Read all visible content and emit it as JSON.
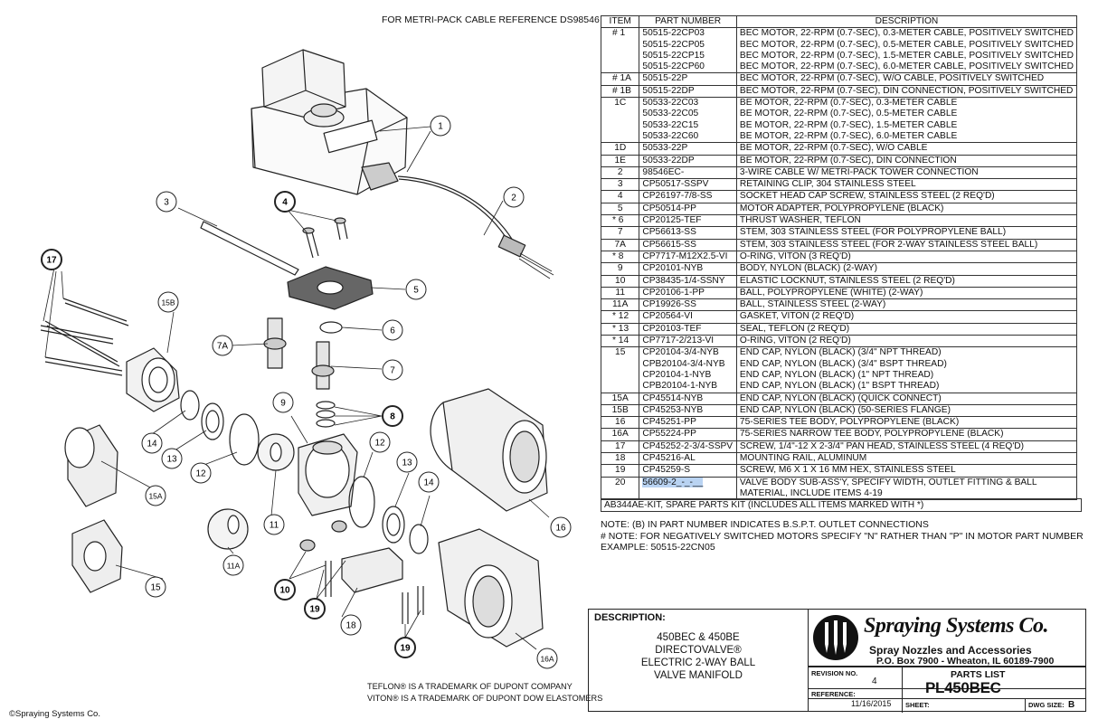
{
  "drawing": {
    "cable_note": "FOR METRI-PACK CABLE REFERENCE DS98546",
    "balloons": [
      "1",
      "2",
      "3",
      "4",
      "5",
      "6",
      "7",
      "7A",
      "8",
      "9",
      "10",
      "11",
      "11A",
      "12",
      "12",
      "13",
      "13",
      "14",
      "14",
      "15",
      "15A",
      "15B",
      "16",
      "16A",
      "17",
      "18",
      "19",
      "19"
    ],
    "trademark_teflon": "TEFLON® IS A TRADEMARK OF DUPONT COMPANY",
    "trademark_viton": "VITON® IS A TRADEMARK OF DUPONT DOW ELASTOMERS",
    "copyright": "©Spraying Systems Co."
  },
  "parts_table": {
    "headers": {
      "item": "ITEM",
      "part": "PART NUMBER",
      "desc": "DESCRIPTION"
    },
    "rows": [
      {
        "item": "# 1",
        "part": "50515-22CP03",
        "desc": "BEC MOTOR, 22-RPM (0.7-SEC), 0.3-METER CABLE, POSITIVELY SWITCHED",
        "first": true,
        "align": "l"
      },
      {
        "item": "",
        "part": "50515-22CP05",
        "desc": "BEC MOTOR, 22-RPM (0.7-SEC), 0.5-METER CABLE, POSITIVELY SWITCHED"
      },
      {
        "item": "",
        "part": "50515-22CP15",
        "desc": "BEC MOTOR, 22-RPM (0.7-SEC), 1.5-METER CABLE, POSITIVELY SWITCHED"
      },
      {
        "item": "",
        "part": "50515-22CP60",
        "desc": "BEC MOTOR, 22-RPM (0.7-SEC), 6.0-METER CABLE, POSITIVELY SWITCHED"
      },
      {
        "item": "# 1A",
        "part": "50515-22P",
        "desc": "BEC MOTOR, 22-RPM (0.7-SEC), W/O CABLE, POSITIVELY SWITCHED",
        "first": true,
        "align": "l"
      },
      {
        "item": "# 1B",
        "part": "50515-22DP",
        "desc": "BEC MOTOR, 22-RPM (0.7-SEC), DIN CONNECTION, POSITIVELY SWITCHED",
        "first": true,
        "align": "l"
      },
      {
        "item": "1C",
        "part": "50533-22C03",
        "desc": "BE MOTOR, 22-RPM (0.7-SEC), 0.3-METER CABLE",
        "first": true
      },
      {
        "item": "",
        "part": "50533-22C05",
        "desc": "BE MOTOR, 22-RPM (0.7-SEC), 0.5-METER CABLE"
      },
      {
        "item": "",
        "part": "50533-22C15",
        "desc": "BE MOTOR, 22-RPM (0.7-SEC), 1.5-METER CABLE"
      },
      {
        "item": "",
        "part": "50533-22C60",
        "desc": "BE MOTOR, 22-RPM (0.7-SEC), 6.0-METER CABLE"
      },
      {
        "item": "1D",
        "part": "50533-22P",
        "desc": "BE MOTOR, 22-RPM (0.7-SEC), W/O CABLE",
        "first": true
      },
      {
        "item": "1E",
        "part": "50533-22DP",
        "desc": "BE MOTOR, 22-RPM (0.7-SEC), DIN CONNECTION",
        "first": true
      },
      {
        "item": "2",
        "part": "98546EC-",
        "desc": "3-WIRE CABLE W/ METRI-PACK TOWER CONNECTION",
        "first": true
      },
      {
        "item": "3",
        "part": "CP50517-SSPV",
        "desc": "RETAINING CLIP, 304 STAINLESS STEEL",
        "first": true
      },
      {
        "item": "4",
        "part": "CP26197-7/8-SS",
        "desc": "SOCKET HEAD CAP SCREW, STAINLESS STEEL (2 REQ'D)",
        "first": true
      },
      {
        "item": "5",
        "part": "CP50514-PP",
        "desc": "MOTOR ADAPTER, POLYPROPYLENE (BLACK)",
        "first": true
      },
      {
        "item": "* 6",
        "part": "CP20125-TEF",
        "desc": "THRUST WASHER, TEFLON",
        "first": true,
        "align": "l"
      },
      {
        "item": "7",
        "part": "CP56613-SS",
        "desc": "STEM, 303 STAINLESS STEEL (FOR POLYPROPYLENE BALL)",
        "first": true
      },
      {
        "item": "7A",
        "part": "CP56615-SS",
        "desc": "STEM, 303 STAINLESS STEEL (FOR 2-WAY STAINLESS STEEL BALL)",
        "first": true
      },
      {
        "item": "* 8",
        "part": "CP7717-M12X2.5-VI",
        "desc": "O-RING, VITON (3 REQ'D)",
        "first": true,
        "align": "l"
      },
      {
        "item": "9",
        "part": "CP20101-NYB",
        "desc": "BODY, NYLON (BLACK) (2-WAY)",
        "first": true
      },
      {
        "item": "10",
        "part": "CP38435-1/4-SSNY",
        "desc": "ELASTIC LOCKNUT, STAINLESS STEEL (2 REQ'D)",
        "first": true
      },
      {
        "item": "11",
        "part": "CP20106-1-PP",
        "desc": "BALL, POLYPROPYLENE (WHITE) (2-WAY)",
        "first": true
      },
      {
        "item": "11A",
        "part": "CP19926-SS",
        "desc": "BALL, STAINLESS STEEL (2-WAY)",
        "first": true
      },
      {
        "item": "* 12",
        "part": "CP20564-VI",
        "desc": "GASKET, VITON (2 REQ'D)",
        "first": true,
        "align": "l"
      },
      {
        "item": "* 13",
        "part": "CP20103-TEF",
        "desc": "SEAL, TEFLON (2 REQ'D)",
        "first": true,
        "align": "l"
      },
      {
        "item": "* 14",
        "part": "CP7717-2/213-VI",
        "desc": "O-RING, VITON (2 REQ'D)",
        "first": true,
        "align": "l"
      },
      {
        "item": "15",
        "part": "CP20104-3/4-NYB",
        "desc": "END CAP, NYLON (BLACK) (3/4\" NPT THREAD)",
        "first": true
      },
      {
        "item": "",
        "part": "CPB20104-3/4-NYB",
        "desc": "END CAP, NYLON (BLACK) (3/4\" BSPT THREAD)"
      },
      {
        "item": "",
        "part": "CP20104-1-NYB",
        "desc": "END CAP, NYLON (BLACK) (1\" NPT THREAD)"
      },
      {
        "item": "",
        "part": "CPB20104-1-NYB",
        "desc": "END CAP, NYLON (BLACK) (1\" BSPT THREAD)"
      },
      {
        "item": "15A",
        "part": "CP45514-NYB",
        "desc": "END CAP, NYLON (BLACK) (QUICK CONNECT)",
        "first": true
      },
      {
        "item": "15B",
        "part": "CP45253-NYB",
        "desc": "END CAP, NYLON (BLACK) (50-SERIES FLANGE)",
        "first": true
      },
      {
        "item": "16",
        "part": "CP45251-PP",
        "desc": "75-SERIES TEE BODY, POLYPROPYLENE (BLACK)",
        "first": true
      },
      {
        "item": "16A",
        "part": "CP55224-PP",
        "desc": "75-SERIES NARROW TEE BODY, POLYPROPYLENE (BLACK)",
        "first": true
      },
      {
        "item": "17",
        "part": "CP45252-2-3/4-SSPV",
        "desc": "SCREW, 1/4\"-12 X 2-3/4\" PAN HEAD, STAINLESS STEEL (4 REQ'D)",
        "first": true
      },
      {
        "item": "18",
        "part": "CP45216-AL",
        "desc": "MOUNTING RAIL, ALUMINUM",
        "first": true
      },
      {
        "item": "19",
        "part": "CP45259-S",
        "desc": "SCREW, M6 X 1 X 16 MM HEX, STAINLESS STEEL",
        "first": true
      },
      {
        "item": "20",
        "part": "56609-2_-_-__",
        "desc": "VALVE BODY SUB-ASS'Y, SPECIFY WIDTH, OUTLET FITTING & BALL",
        "first": true,
        "highlight": true
      },
      {
        "item": "",
        "part": "",
        "desc": "MATERIAL, INCLUDE ITEMS 4-19",
        "last": true
      }
    ]
  },
  "kit_line": "AB344AE-KIT, SPARE PARTS KIT (INCLUDES ALL ITEMS MARKED WITH *)",
  "notes": [
    "NOTE: (B) IN PART NUMBER INDICATES B.S.P.T. OUTLET CONNECTIONS",
    "# NOTE: FOR NEGATIVELY SWITCHED MOTORS SPECIFY \"N\" RATHER THAN \"P\" IN MOTOR PART NUMBER",
    "EXAMPLE: 50515-22CN05"
  ],
  "title_block": {
    "description_label": "DESCRIPTION:",
    "description_lines": [
      "450BEC & 450BE",
      "DIRECTOVALVE®",
      "ELECTRIC 2-WAY BALL",
      "VALVE MANIFOLD"
    ],
    "company": "Spraying Systems Co.",
    "company_sub": "Spray Nozzles and Accessories",
    "company_address": "P.O. Box 7900 - Wheaton, IL 60189-7900",
    "revision_label": "REVISION NO.",
    "revision": "4",
    "reference_label": "REFERENCE:",
    "date": "11/16/2015",
    "sheet_label": "SHEET:",
    "dwg_size_label": "DWG SIZE:",
    "dwg_size": "B",
    "parts_list_label": "PARTS LIST",
    "parts_list_number": "PL450BEC"
  }
}
